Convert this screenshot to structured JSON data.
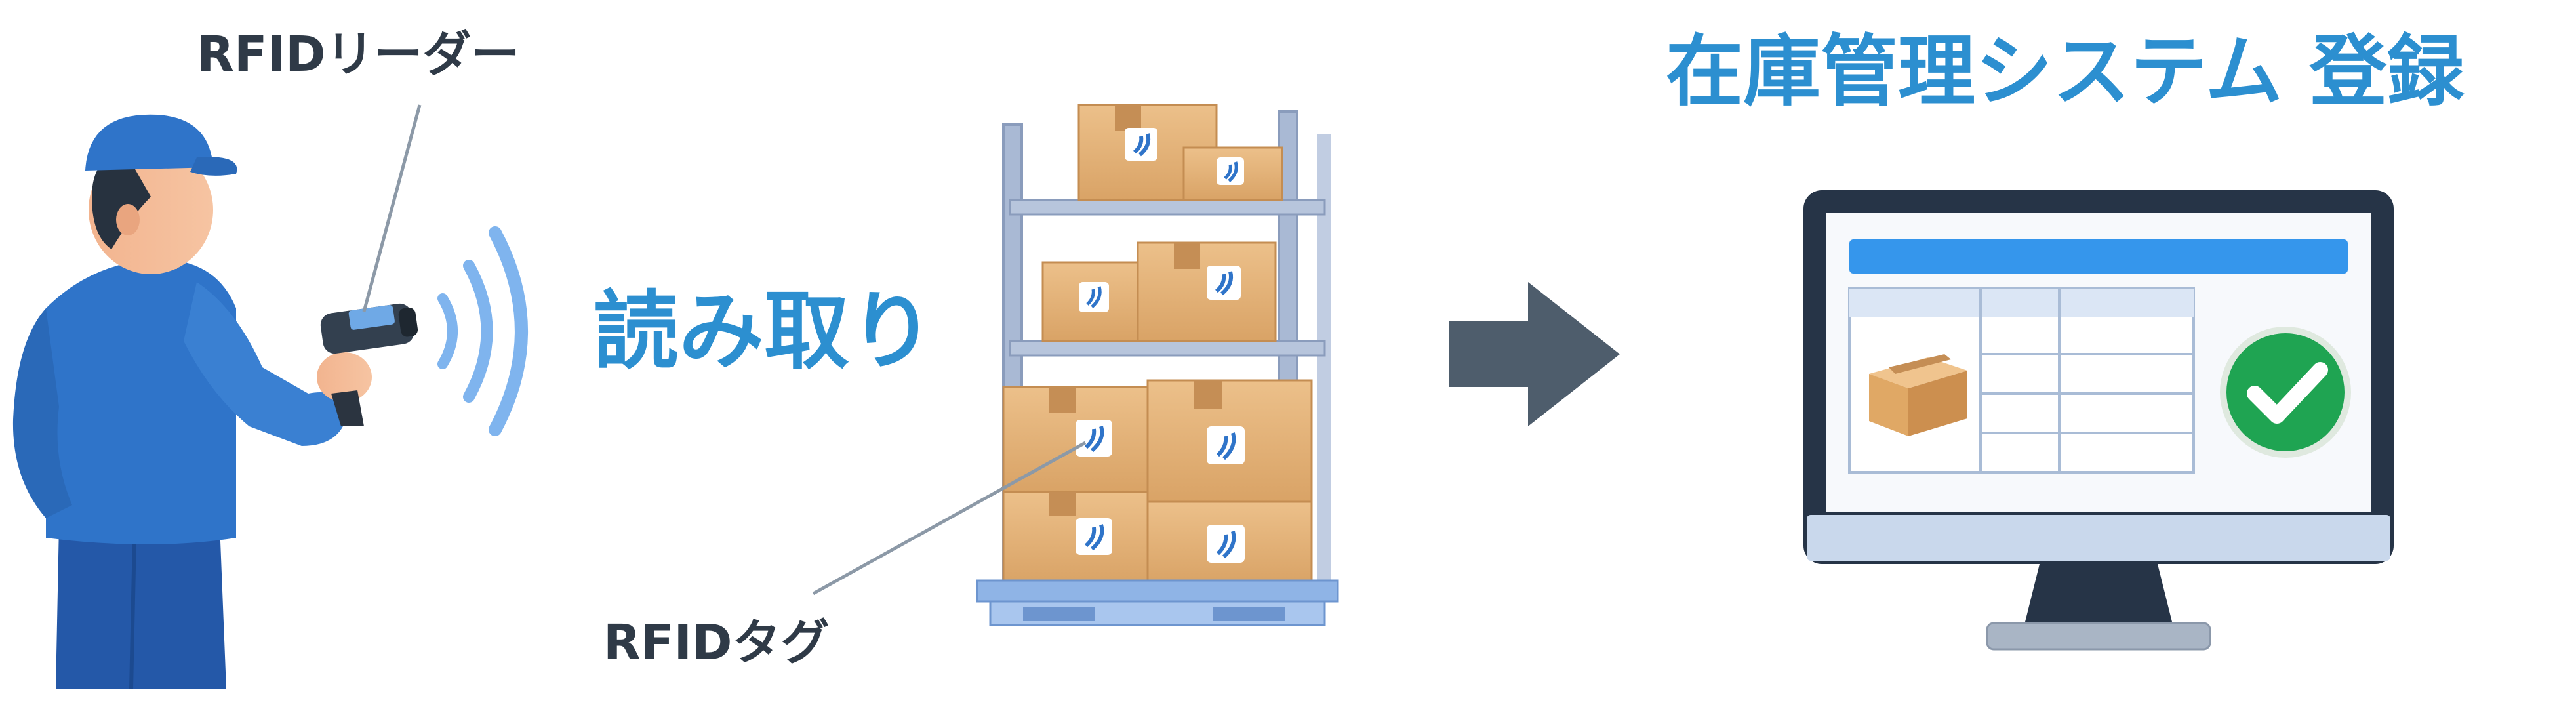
{
  "labels": {
    "reader": "RFIDリーダー",
    "read_action": "読み取り",
    "tag": "RFIDタグ",
    "system_title": "在庫管理システム 登録"
  },
  "colors": {
    "accent_blue": "#2c8fd0",
    "worker_blue": "#2f74c9",
    "label_dark": "#2f3a47",
    "arrow": "#4e5d6c",
    "box": "#e3b277",
    "shelf": "#a9b9d4",
    "pallet": "#8fb4e6",
    "monitor_frame": "#263447",
    "check_green": "#1fa452"
  },
  "icons": {
    "signal": "rfid-signal-waves-icon",
    "tag_mark": "rfid-tag-icon",
    "flow": "right-arrow-icon",
    "status": "checkmark-circle-icon"
  }
}
